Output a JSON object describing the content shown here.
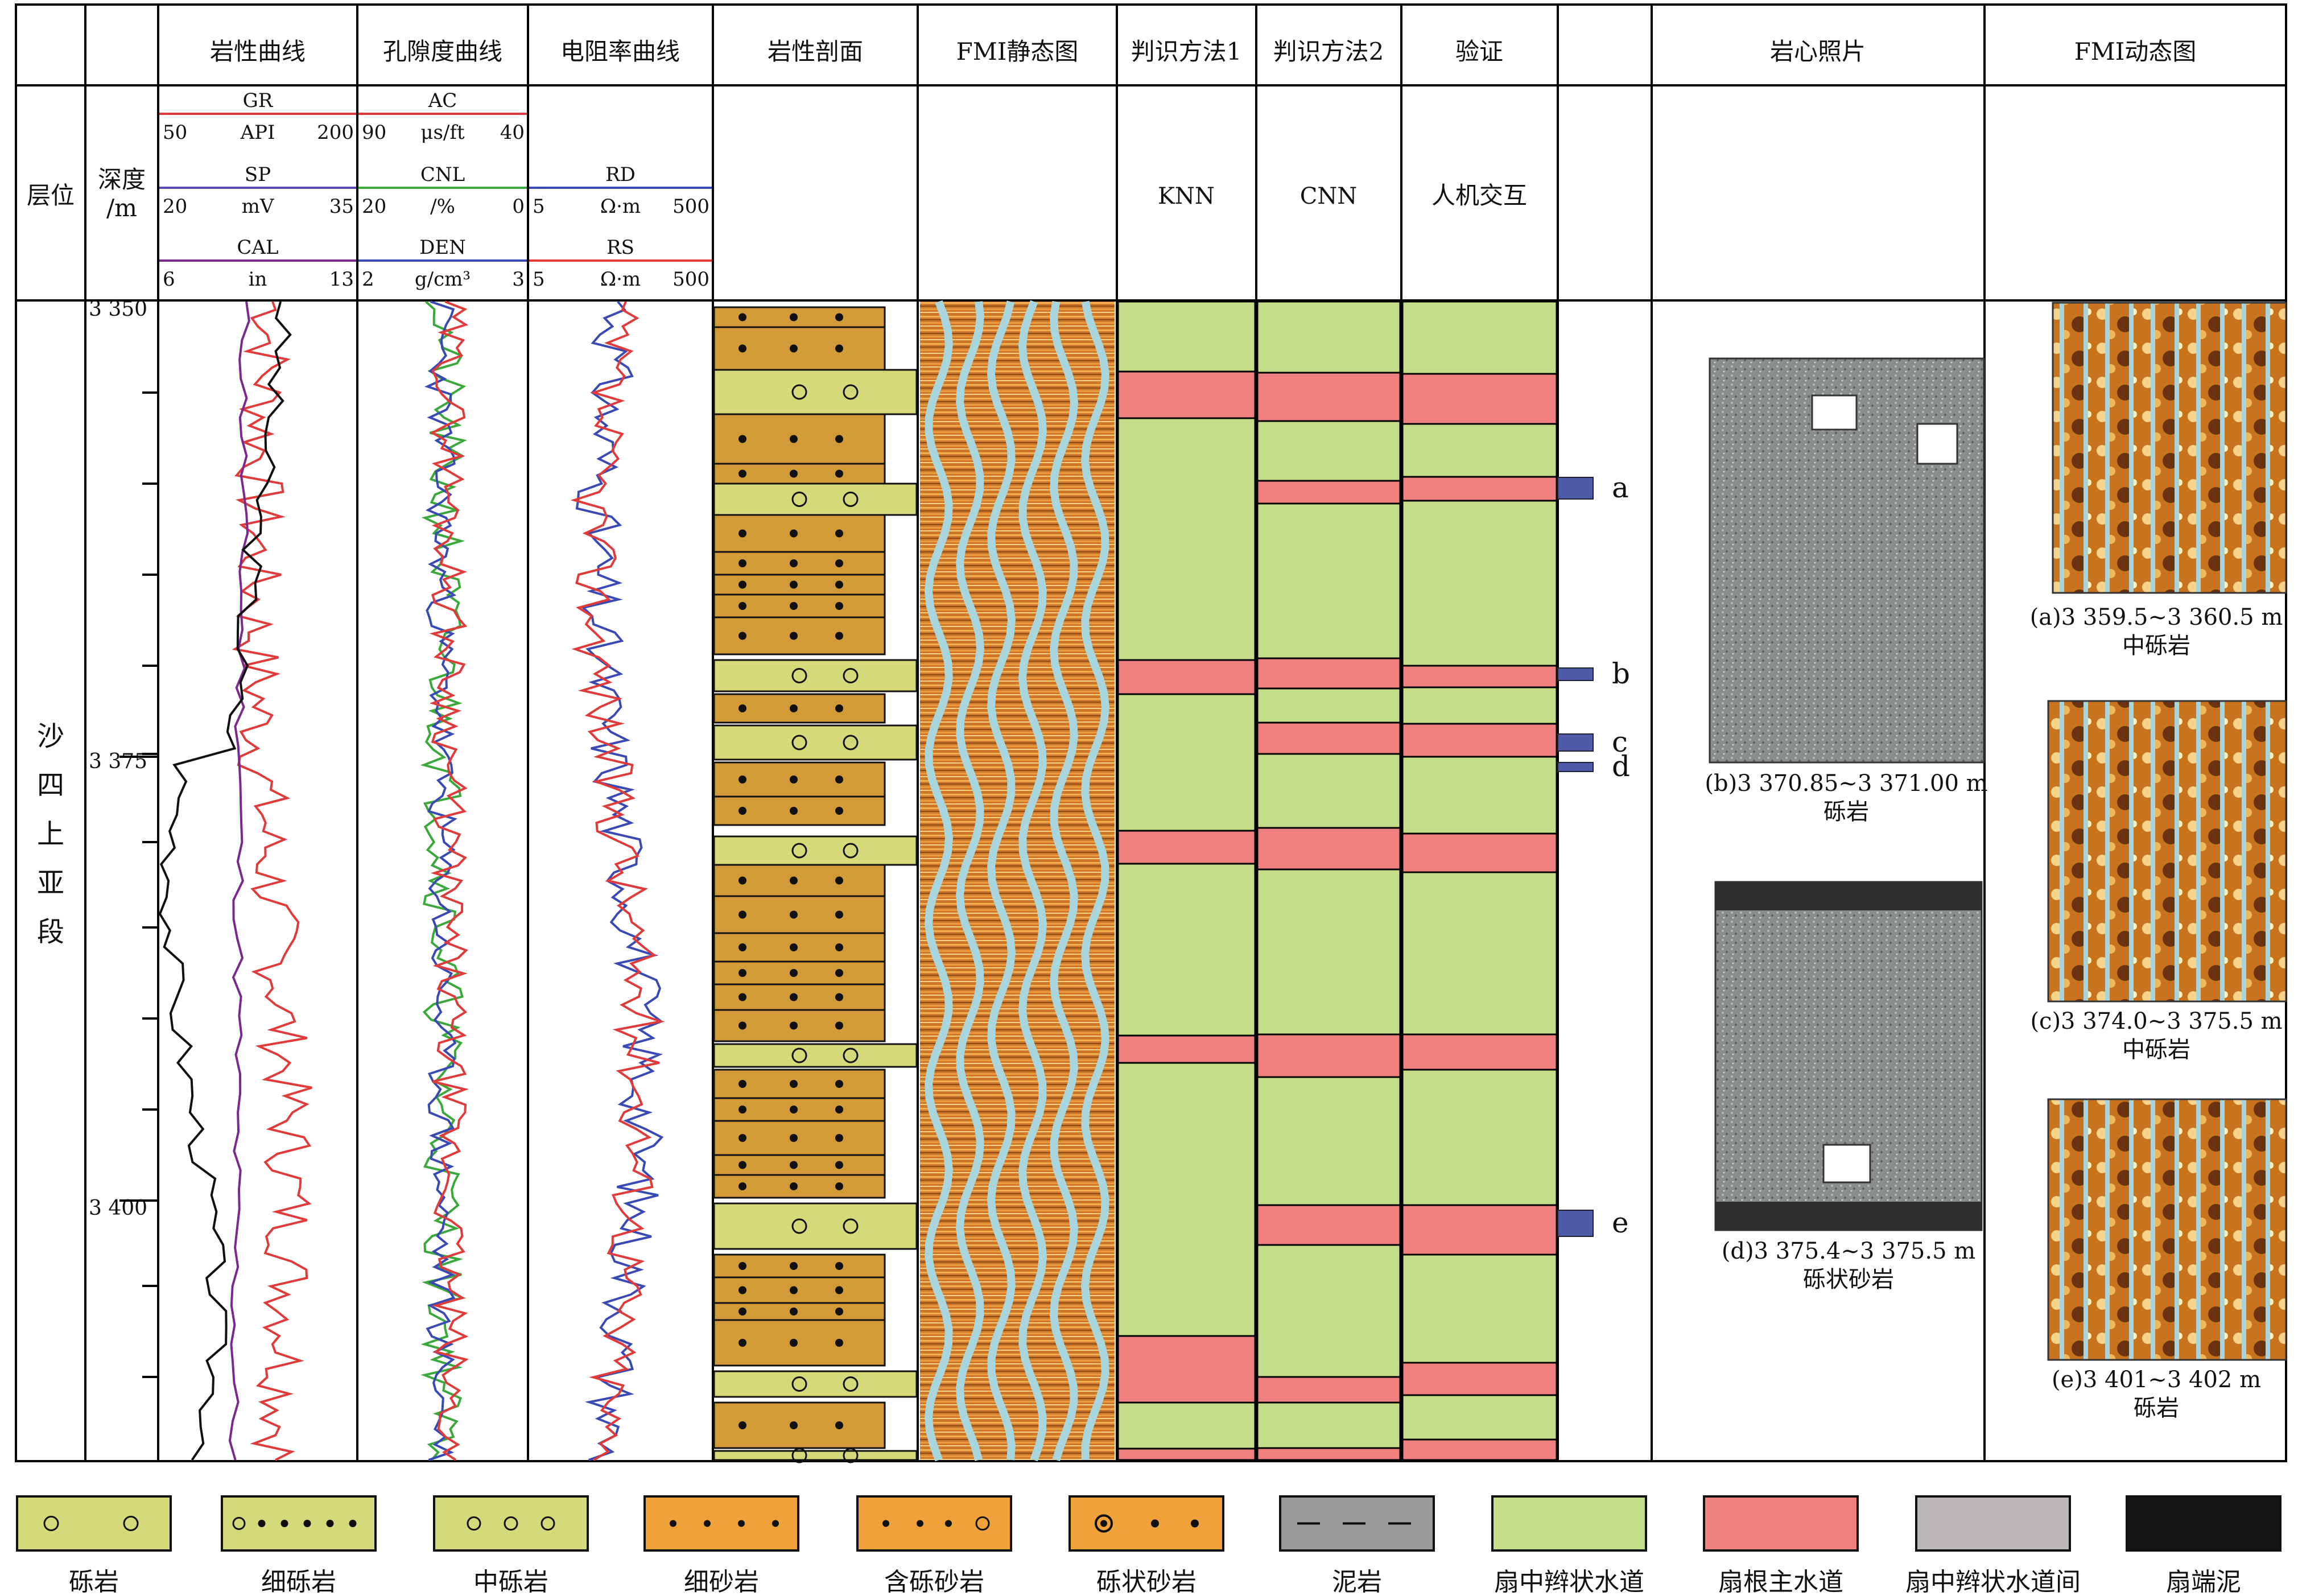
{
  "columns": {
    "layer": "层位",
    "depth": "深度",
    "depth_unit": "/m",
    "lith_curve": "岩性曲线",
    "porosity_curve": "孔隙度曲线",
    "resistivity_curve": "电阻率曲线",
    "lith_profile": "岩性剖面",
    "fmi_static": "FMI静态图",
    "method1": "判识方法1",
    "method2": "判识方法2",
    "verify": "验证",
    "core_photo": "岩心照片",
    "fmi_dynamic": "FMI动态图"
  },
  "method_sub": {
    "method1": "KNN",
    "method2": "CNN",
    "verify": "人机交互"
  },
  "curve_headers": {
    "lith": [
      {
        "name": "GR",
        "unit": "API",
        "min": "50",
        "max": "200",
        "color": "#e03a3a"
      },
      {
        "name": "SP",
        "unit": "mV",
        "min": "20",
        "max": "35",
        "color": "#5b4bb5"
      },
      {
        "name": "CAL",
        "unit": "in",
        "min": "6",
        "max": "13",
        "color": "#7a2a8f"
      }
    ],
    "porosity": [
      {
        "name": "AC",
        "unit": "μs/ft",
        "min": "90",
        "max": "40",
        "color": "#e03a3a"
      },
      {
        "name": "CNL",
        "unit": "/%",
        "min": "20",
        "max": "0",
        "color": "#3aa83a"
      },
      {
        "name": "DEN",
        "unit": "g/cm³",
        "min": "2",
        "max": "3",
        "color": "#3a4ab5"
      }
    ],
    "resistivity": [
      {
        "name": "RD",
        "unit": "Ω·m",
        "min": "5",
        "max": "500",
        "color": "#3a4ab5"
      },
      {
        "name": "RS",
        "unit": "Ω·m",
        "min": "5",
        "max": "500",
        "color": "#e03a3a"
      }
    ]
  },
  "layer_name": "沙四上亚段",
  "depth_ticks": [
    "3 350",
    "3 375",
    "3 400"
  ],
  "markers": [
    "a",
    "b",
    "c",
    "d",
    "e"
  ],
  "core_photos": [
    {
      "range": "(b)3 370.85~3 371.00 m",
      "lith": "砾岩"
    },
    {
      "range": "(d)3 375.4~3 375.5 m",
      "lith": "砾状砂岩"
    }
  ],
  "fmi_photos": [
    {
      "range": "(a)3 359.5~3 360.5 m",
      "lith": "中砾岩"
    },
    {
      "range": "(c)3 374.0~3 375.5 m",
      "lith": "中砾岩"
    },
    {
      "range": "(e)3 401~3 402 m",
      "lith": "砾岩"
    }
  ],
  "legend": [
    {
      "label": "砾岩",
      "kind": "lith",
      "fill": "#d5d97a"
    },
    {
      "label": "细砾岩",
      "kind": "lith",
      "fill": "#d5d97a"
    },
    {
      "label": "中砾岩",
      "kind": "lith",
      "fill": "#d5d97a"
    },
    {
      "label": "细砂岩",
      "kind": "lith",
      "fill": "#f0a23a"
    },
    {
      "label": "含砾砂岩",
      "kind": "lith",
      "fill": "#f0a23a"
    },
    {
      "label": "砾状砂岩",
      "kind": "lith",
      "fill": "#f0a23a"
    },
    {
      "label": "泥岩",
      "kind": "lith",
      "fill": "#9b9b9b"
    },
    {
      "label": "扇中辫状水道",
      "kind": "facies",
      "fill": "#c6de8a"
    },
    {
      "label": "扇根主水道",
      "kind": "facies",
      "fill": "#f08080"
    },
    {
      "label": "扇中辫状水道间",
      "kind": "facies",
      "fill": "#bdb8b8"
    },
    {
      "label": "扇端泥",
      "kind": "facies",
      "fill": "#151515"
    }
  ],
  "colors": {
    "braided_channel": "#c6de8a",
    "main_channel": "#f08080",
    "conglomerate": "#d5d97a",
    "sandstone": "#d39a38",
    "marker": "#4f5aa8"
  }
}
